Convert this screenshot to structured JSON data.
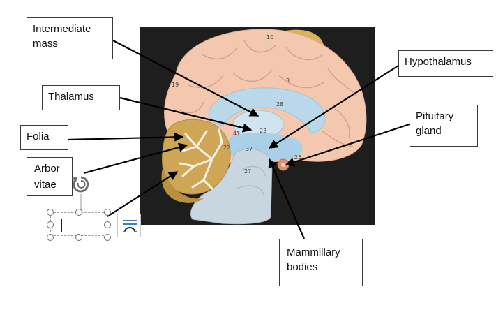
{
  "labels": {
    "intermediate_mass": {
      "line1": "Intermediate",
      "line2": "mass"
    },
    "thalamus": {
      "line1": "Thalamus"
    },
    "folia": {
      "line1": "Folia"
    },
    "arbor_vitae": {
      "line1": "Arbor",
      "line2": "vitae"
    },
    "hypothalamus": {
      "line1": "Hypothalamus"
    },
    "pituitary_gland": {
      "line1": "Pituitary",
      "line2": "gland"
    },
    "mammillary_bodies": {
      "line1": "Mammillary",
      "line2": "bodies"
    }
  },
  "model_numbers": {
    "n10": "10",
    "n19": "19",
    "n3": "3",
    "n28": "28",
    "n23": "23",
    "n41": "41",
    "n37": "37",
    "n27": "27",
    "n22": "22",
    "n25": "25"
  },
  "icons": {
    "rotate": "rotate-handle-icon",
    "layout": "layout-options-icon"
  },
  "colors": {
    "brain": "#f3c8ae",
    "ventricle": "#b9d9ea",
    "cerebellum": "#cfa656",
    "stem": "#c8d6e0",
    "background": "#1e1e1e"
  }
}
